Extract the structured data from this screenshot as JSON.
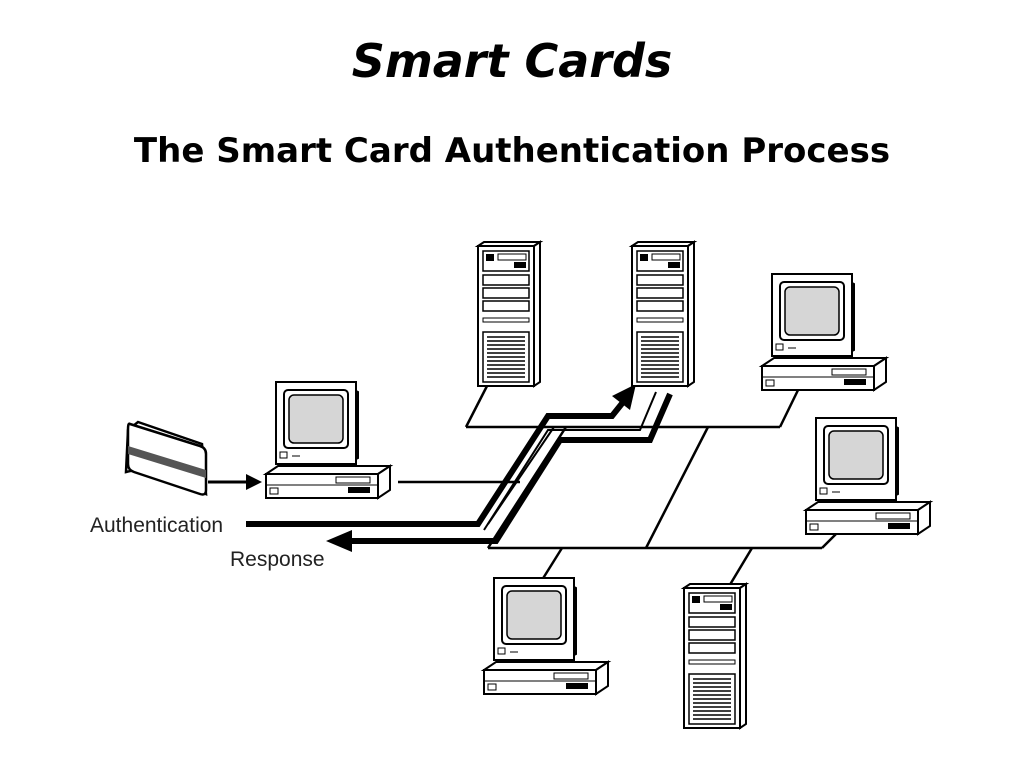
{
  "slide": {
    "title": "Smart Cards",
    "subtitle": "The Smart Card Authentication Process"
  },
  "diagram": {
    "labels": {
      "authentication": "Authentication",
      "response": "Response"
    }
  }
}
